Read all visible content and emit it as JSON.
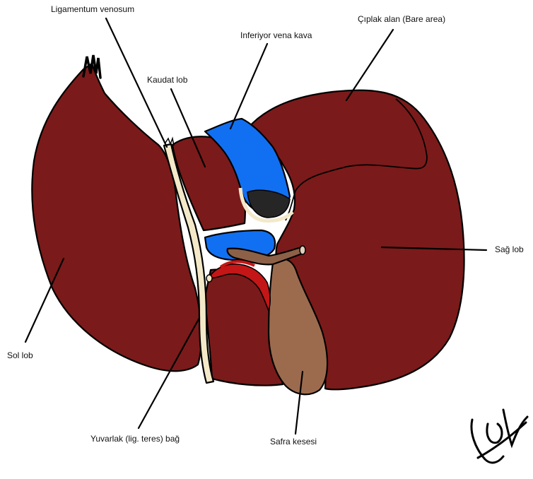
{
  "labels": {
    "ligamentum_venosum": "Ligamentum venosum",
    "inferior_vena_cava": "Inferiyor vena kava",
    "bare_area": "Çıplak alan (Bare area)",
    "caudate_lobe": "Kaudat lob",
    "right_lobe": "Sağ lob",
    "left_lobe": "Sol lob",
    "round_ligament": "Yuvarlak (lig. teres) bağ",
    "gallbladder": "Safra kesesi"
  },
  "signature_text": "Jaby",
  "colors": {
    "liver": "#7b1a1a",
    "vena_cava": "#1170f2",
    "vena_cava_lumen": "#262626",
    "ligament": "#f3e8c8",
    "artery": "#c41616",
    "gallbladder": "#9c6b4e",
    "bile_duct": "#8d6147",
    "outline": "#000000"
  }
}
